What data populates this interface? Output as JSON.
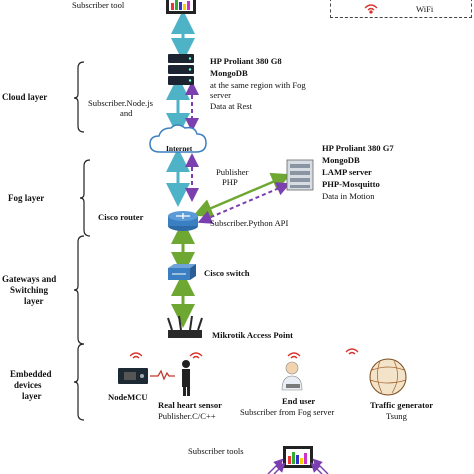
{
  "legend": {
    "wifi": "WiFi"
  },
  "layers": {
    "cloud": "Cloud layer",
    "fog": "Fog layer",
    "gateways_1": "Gateways and",
    "gateways_2": "Switching",
    "gateways_3": "layer",
    "embedded_1": "Embedded",
    "embedded_2": "devices",
    "embedded_3": "layer"
  },
  "top_tool": "Subscriber tool",
  "cloud_server": {
    "line1": "HP Proliant 380 G8",
    "line2": "MongoDB",
    "line3": "at the same region with Fog",
    "line4": "server",
    "line5": "Data at Rest"
  },
  "cloud_subscriber": {
    "line1": "Subscriber.Node.js",
    "line2": "and"
  },
  "internet": "Internet",
  "fog_server": {
    "line1": "HP Proliant 380 G7",
    "line2": "MongoDB",
    "line3": "LAMP server",
    "line4": "PHP-Mosquitto",
    "line5": "Data in Motion"
  },
  "publisher_php": {
    "line1": "Publisher",
    "line2": "PHP"
  },
  "cisco_router": "Cisco router",
  "subscriber_python": "Subscriber.Python API",
  "cisco_switch": "Cisco switch",
  "access_point": "Mikrotik Access Point",
  "devices": {
    "nodemcu": "NodeMCU",
    "heart_sensor": "Real heart sensor",
    "heart_sub": "Publisher.C/C++",
    "end_user": "End user",
    "end_user_sub": "Subscriber from Fog server",
    "traffic": "Traffic generator",
    "traffic_sub": "Tsung"
  },
  "bottom_tools": "Subscriber tools",
  "colors": {
    "cyan_arrow": "#4fb3c8",
    "purple_dash": "#7b3fb0",
    "green_arrow": "#6ea832",
    "wifi_red": "#d9302a",
    "router_blue": "#3a7fc1"
  }
}
